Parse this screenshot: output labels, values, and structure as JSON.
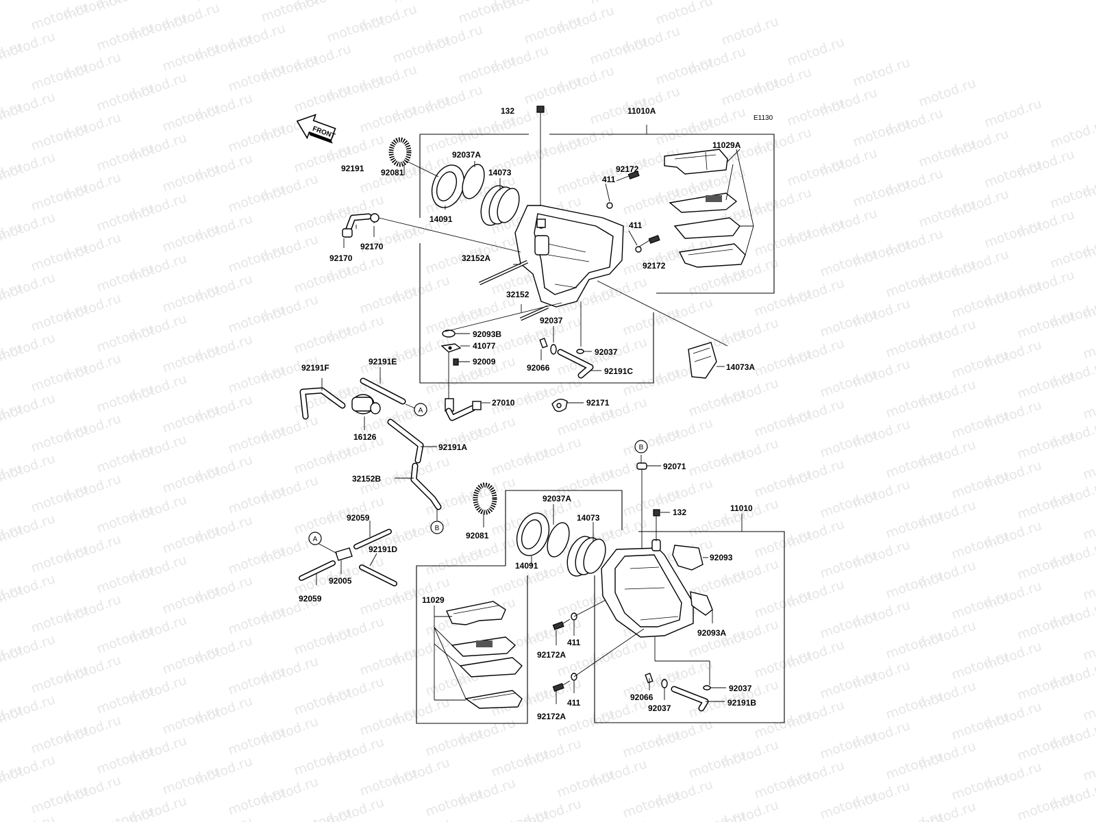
{
  "watermark_text": "motod.ru",
  "diagram_code": "E1130",
  "front_arrow_text": "FRONT",
  "callouts": {
    "A_1": "A",
    "A_2": "A",
    "B_1": "B",
    "B_2": "B"
  },
  "labels": {
    "l132a": "132",
    "l11010a": "11010A",
    "l11029a": "11029A",
    "l92172a": "92172",
    "l411a": "411",
    "l411b": "411",
    "l92172b": "92172",
    "l92037a_1": "92037A",
    "l14073_1": "14073",
    "l92081_1": "92081",
    "l14091_1": "14091",
    "l92191": "92191",
    "l92170a": "92170",
    "l92170b": "92170",
    "l32152a": "32152A",
    "l32152": "32152",
    "l92037_1": "92037",
    "l92093b": "92093B",
    "l41077": "41077",
    "l92009": "92009",
    "l92066_1": "92066",
    "l92037_2": "92037",
    "l92191c": "92191C",
    "l14073a": "14073A",
    "l92191f": "92191F",
    "l92191e": "92191E",
    "l27010": "27010",
    "l92171": "92171",
    "l16126": "16126",
    "l92191a": "92191A",
    "l32152b": "32152B",
    "l92071": "92071",
    "l92081_2": "92081",
    "l92037a_2": "92037A",
    "l14073_2": "14073",
    "l132b": "132",
    "l11010": "11010",
    "l14091_2": "14091",
    "l92093": "92093",
    "l92059a": "92059",
    "l92191d": "92191D",
    "l92005": "92005",
    "l92059b": "92059",
    "l11029": "11029",
    "l411c": "411",
    "l92172a_1": "92172A",
    "l92093a": "92093A",
    "l411d": "411",
    "l92172a_2": "92172A",
    "l92066_2": "92066",
    "l92037_3": "92037",
    "l92037_4": "92037",
    "l92191b": "92191B"
  }
}
